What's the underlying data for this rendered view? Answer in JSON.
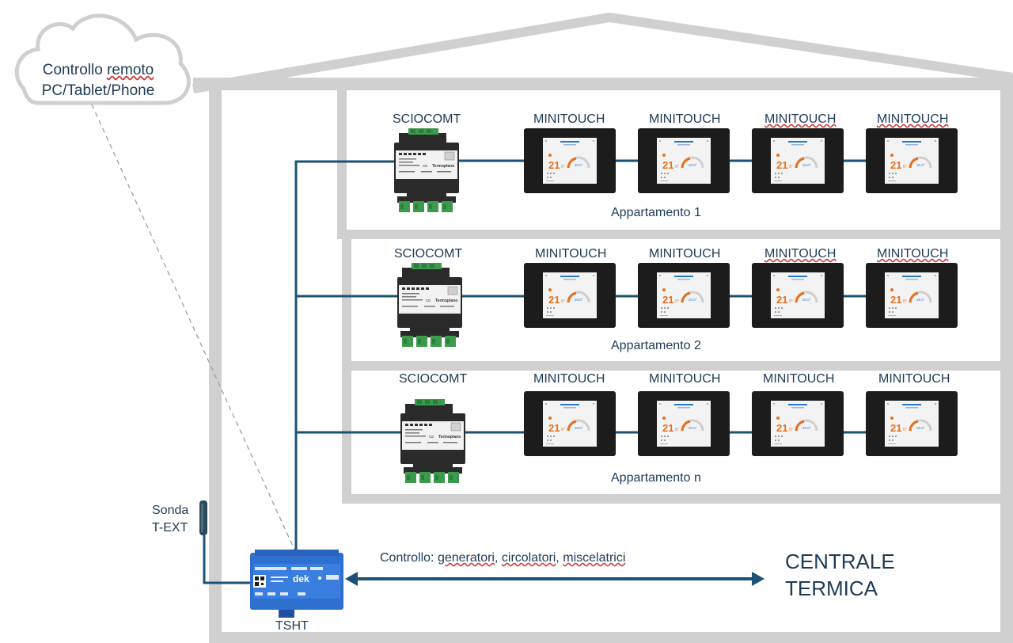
{
  "cloud": {
    "line1_a": "Controllo",
    "line1_b": "remoto",
    "line2": "PC/Tablet/Phone"
  },
  "floors": [
    {
      "controller": "SCIOCOMT",
      "thermostats": [
        "MINITOUCH",
        "MINITOUCH",
        "MINITOUCH",
        "MINITOUCH"
      ],
      "apartment": "Appartamento 1"
    },
    {
      "controller": "SCIOCOMT",
      "thermostats": [
        "MINITOUCH",
        "MINITOUCH",
        "MINITOUCH",
        "MINITOUCH"
      ],
      "apartment": "Appartamento 2"
    },
    {
      "controller": "SCIOCOMT",
      "thermostats": [
        "MINITOUCH",
        "MINITOUCH",
        "MINITOUCH",
        "MINITOUCH"
      ],
      "apartment": "Appartamento n"
    }
  ],
  "display": {
    "brand": "Termoplano",
    "temp": "21",
    "temp_unit": "0°",
    "gauge_value": "20.0°"
  },
  "controller_device": {
    "brand": "Termoplano"
  },
  "probe": {
    "line1": "Sonda",
    "line2": "T-EXT"
  },
  "hub": {
    "label": "TSHT",
    "logo": "dek"
  },
  "control": {
    "prefix": "Controllo:",
    "w1": "generatori",
    "w2": "circolatori",
    "w3": "miscelatrici",
    "sep": ","
  },
  "central": {
    "line1": "CENTRALE",
    "line2": "TERMICA"
  },
  "colors": {
    "house": "#d0d0d0",
    "wire": "#1a5276",
    "display_frame": "#1c1c1c",
    "accent": "#e8701d"
  }
}
